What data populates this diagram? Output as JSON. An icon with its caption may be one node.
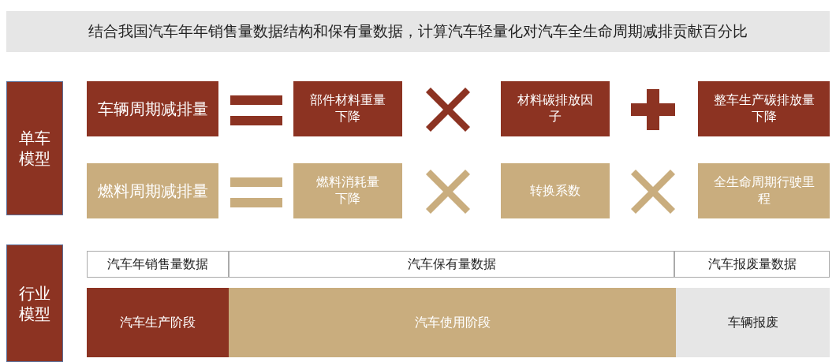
{
  "diagram": {
    "title": "结合我国汽车年年销售量数据结构和保有量数据，计算汽车轻量化对汽车全生命周期减排贡献百分比",
    "nodes": [
      {
        "text": [
          "单车模型"
        ]
      },
      {
        "text": [
          "车辆周期减排量"
        ]
      },
      {
        "text": [
          "部件材料重量下降"
        ]
      },
      {
        "text": [
          "材料碳排放因子"
        ]
      },
      {
        "text": [
          "整车生产碳排放量下降"
        ]
      },
      {
        "text": [
          "燃料周期减排量"
        ]
      },
      {
        "text": [
          "燃料消耗量下降"
        ]
      },
      {
        "text": [
          "转换系数"
        ]
      },
      {
        "text": [
          "全生命周期行驶里程"
        ]
      },
      {
        "text": [
          "行业模型"
        ]
      },
      {
        "text": [
          "汽车年销售量数据"
        ]
      },
      {
        "text": [
          "汽车保有量数据"
        ]
      },
      {
        "text": [
          "汽车报废量数据"
        ]
      },
      {
        "text": [
          "汽车生产阶段"
        ]
      },
      {
        "text": [
          "汽车使用阶段"
        ]
      },
      {
        "text": [
          "车辆报废"
        ]
      }
    ],
    "edges": []
  }
}
